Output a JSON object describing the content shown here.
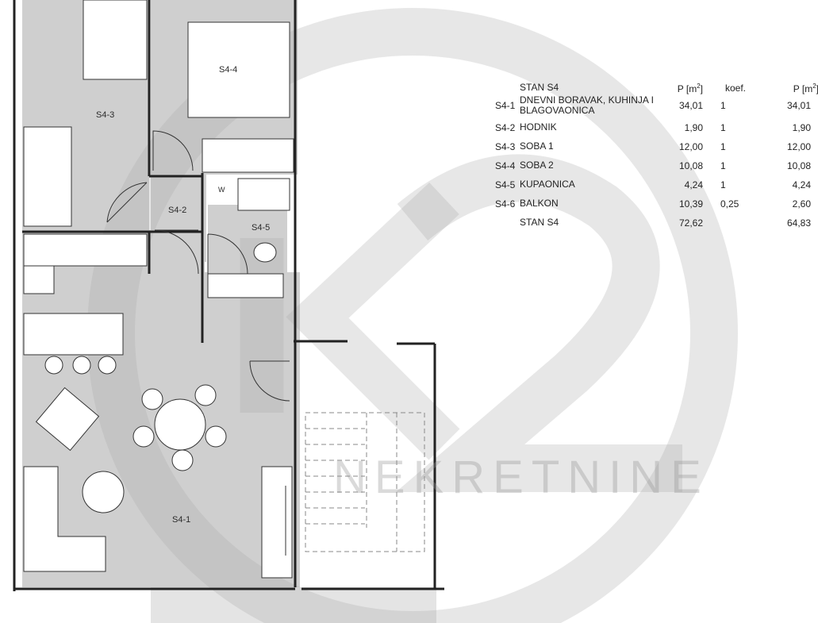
{
  "watermark": {
    "text": "NEKRETNINE",
    "logo": "K2"
  },
  "rooms": [
    {
      "code": "S4-1"
    },
    {
      "code": "S4-2"
    },
    {
      "code": "S4-3"
    },
    {
      "code": "S4-4"
    },
    {
      "code": "S4-5"
    }
  ],
  "fixture_label": "W",
  "table": {
    "header": {
      "title": "STAN S4",
      "col_area": "P [m",
      "col_koef": "koef.",
      "col_net": "P [m",
      "unit_sup": "2",
      "close": "]"
    },
    "rows": [
      {
        "code": "S4-1",
        "name": "DNEVNI BORAVAK, KUHINJA I BLAGOVAONICA",
        "area": "34,01",
        "koef": "1",
        "net": "34,01"
      },
      {
        "code": "S4-2",
        "name": "HODNIK",
        "area": "1,90",
        "koef": "1",
        "net": "1,90"
      },
      {
        "code": "S4-3",
        "name": "SOBA 1",
        "area": "12,00",
        "koef": "1",
        "net": "12,00"
      },
      {
        "code": "S4-4",
        "name": "SOBA 2",
        "area": "10,08",
        "koef": "1",
        "net": "10,08"
      },
      {
        "code": "S4-5",
        "name": "KUPAONICA",
        "area": "4,24",
        "koef": "1",
        "net": "4,24"
      },
      {
        "code": "S4-6",
        "name": "BALKON",
        "area": "10,39",
        "koef": "0,25",
        "net": "2,60"
      }
    ],
    "total": {
      "name": "STAN S4",
      "area": "72,62",
      "net": "64,83"
    }
  }
}
